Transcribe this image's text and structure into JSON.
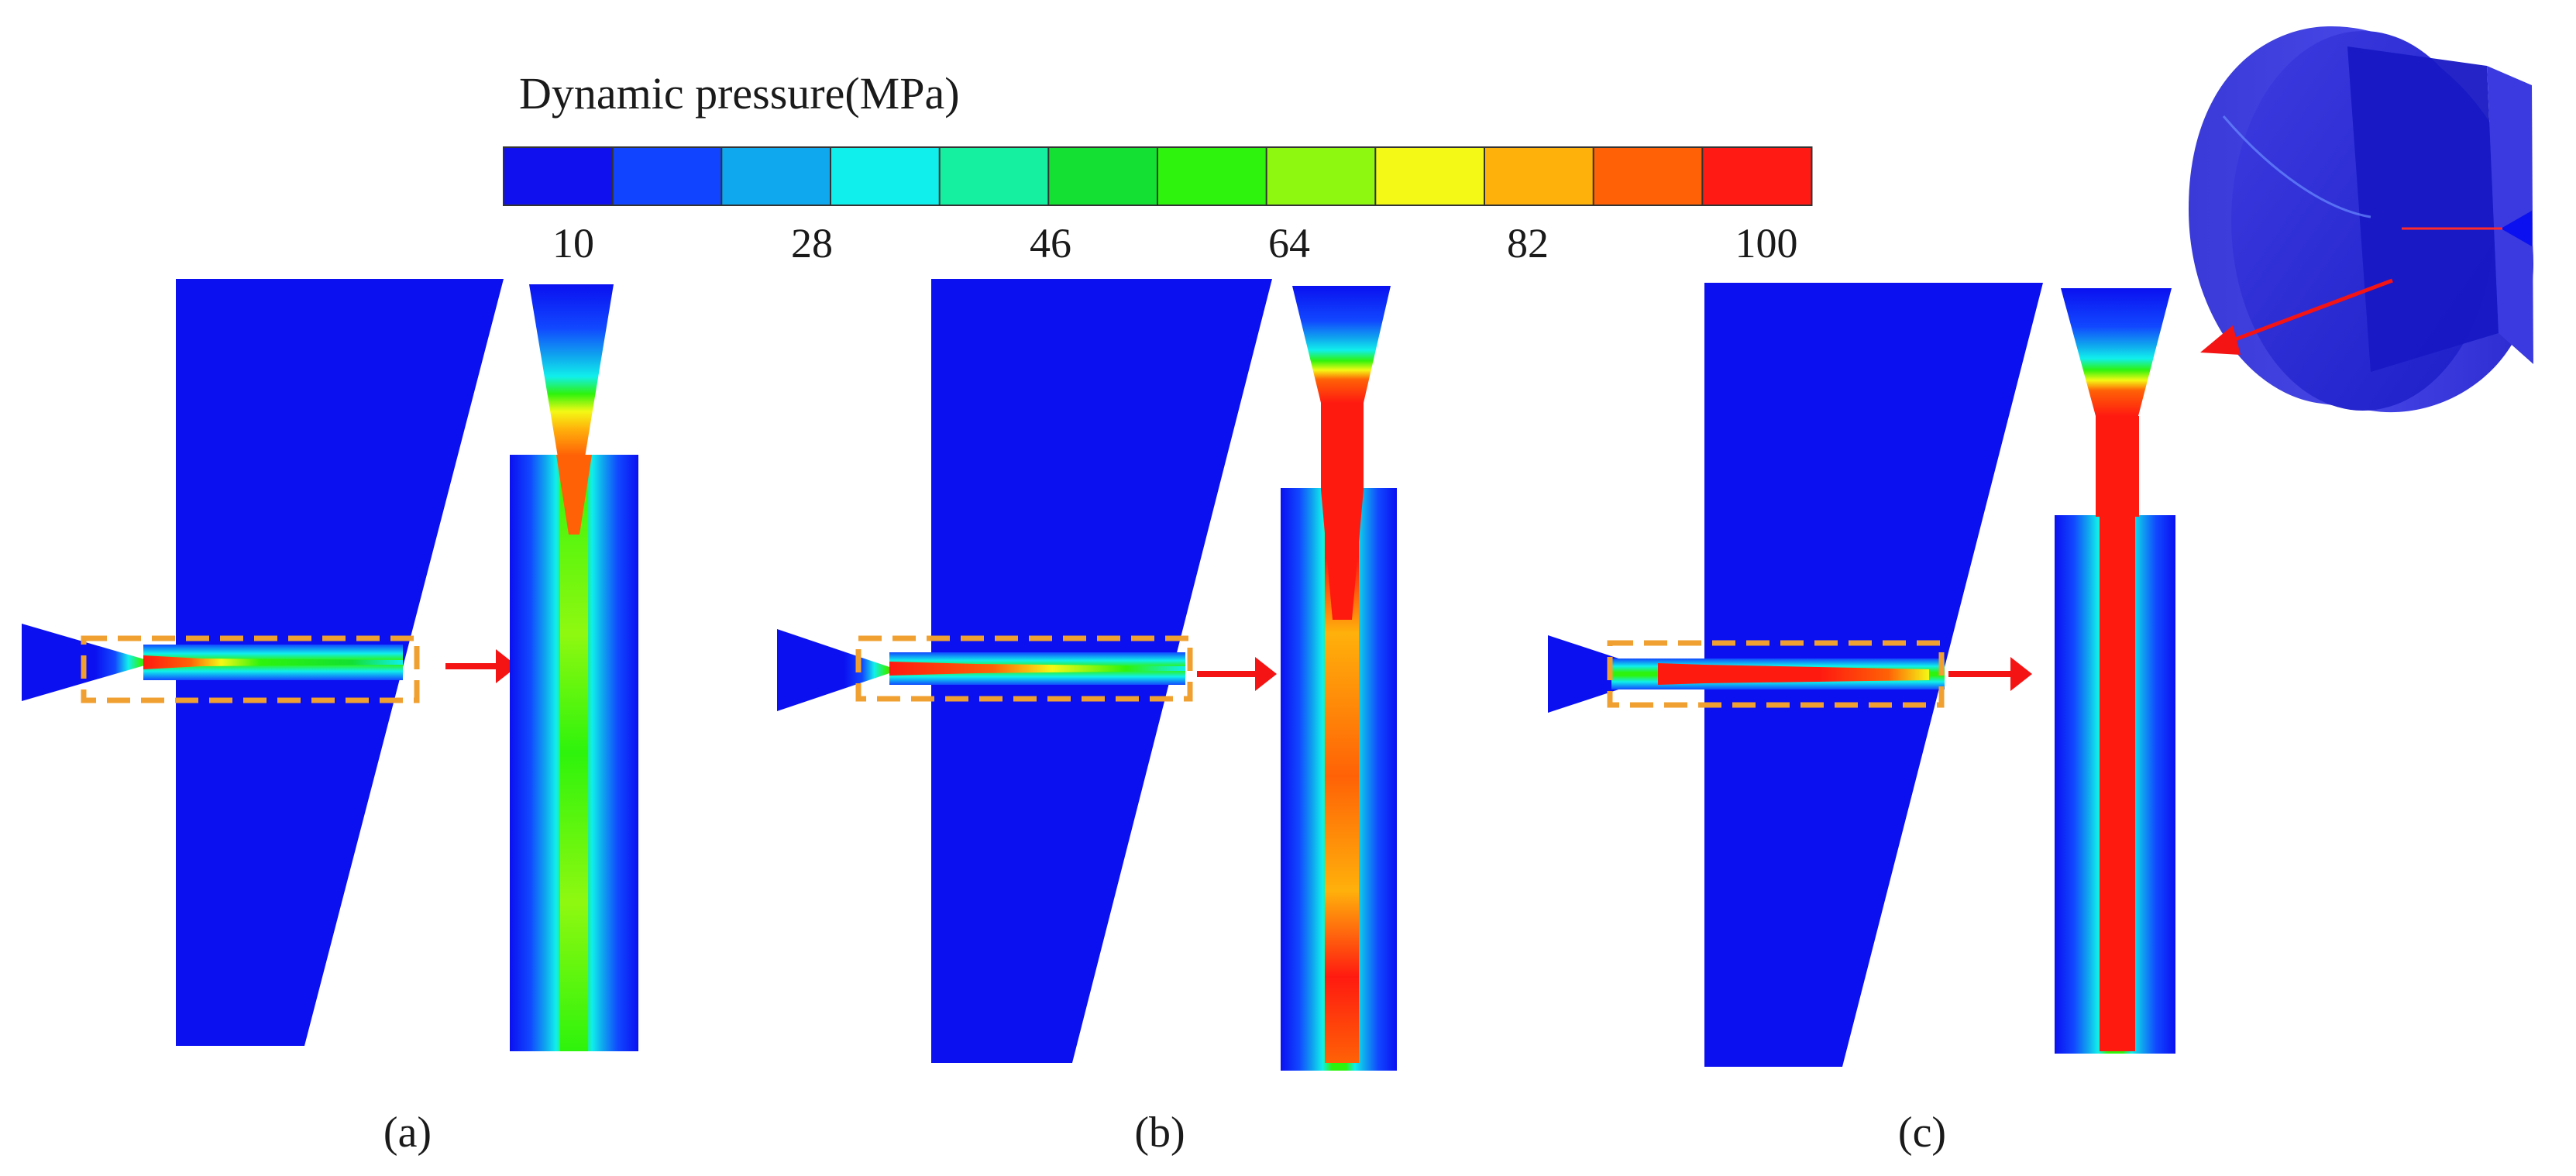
{
  "legend": {
    "title": "Dynamic pressure(MPa)",
    "colors": [
      "#1010ee",
      "#1144ff",
      "#0fa8ee",
      "#10efec",
      "#14f0a0",
      "#13e032",
      "#2ef30c",
      "#8ff810",
      "#f4f915",
      "#ffb10b",
      "#ff6206",
      "#ff1b13"
    ],
    "tick_labels": [
      "10",
      "28",
      "46",
      "64",
      "82",
      "100"
    ]
  },
  "panels": [
    {
      "label": "(a)"
    },
    {
      "label": "(b)"
    },
    {
      "label": "(c)"
    }
  ],
  "colors": {
    "domain_blue": "#0a10f0",
    "highlight_box": "#f0a030",
    "arrow_red": "#f41414",
    "jet_red": "#ff1a10"
  }
}
